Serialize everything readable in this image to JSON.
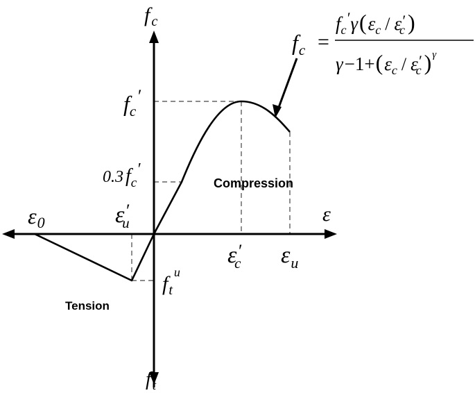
{
  "axes": {
    "y_top": {
      "main": "f",
      "sub": "c"
    },
    "y_bottom": {
      "main": "f",
      "sub": "t"
    },
    "x_right": {
      "main": "ε"
    }
  },
  "ticks": {
    "fc_peak": {
      "main": "f",
      "sub": "c",
      "prime": "′"
    },
    "fc_03": {
      "coef": "0.3",
      "main": "f",
      "sub": "c",
      "prime": "′"
    },
    "eps_0": {
      "main": "ε",
      "sub": "0"
    },
    "eps_u_prime": {
      "main": "ε",
      "sub": "u",
      "prime": "′"
    },
    "eps_c_prime": {
      "main": "ε",
      "sub": "c",
      "prime": "′"
    },
    "eps_u": {
      "main": "ε",
      "sub": "u"
    },
    "ft_u": {
      "main": "f",
      "sub": "t",
      "sup": "u"
    }
  },
  "regions": {
    "compression": "Compression",
    "tension": "Tension"
  },
  "equation": {
    "lhs_main": "f",
    "lhs_sub": "c",
    "equals": "=",
    "num_f": "f",
    "num_sub": "c",
    "num_prime": "′",
    "num_gamma": "γ",
    "num_open": "(",
    "num_eps": "ε",
    "num_eps_sub": "c",
    "num_slash": "/",
    "num_eps2": "ε",
    "num_eps2_prime": "′",
    "num_eps2_sub": "c",
    "num_close": ")",
    "den_gamma": "γ",
    "den_minus": "−1+",
    "den_open": "(",
    "den_eps": "ε",
    "den_eps_sub": "c",
    "den_slash": "/",
    "den_eps2": "ε",
    "den_eps2_prime": "′",
    "den_eps2_sub": "c",
    "den_close": ")",
    "den_exp": "γ"
  }
}
